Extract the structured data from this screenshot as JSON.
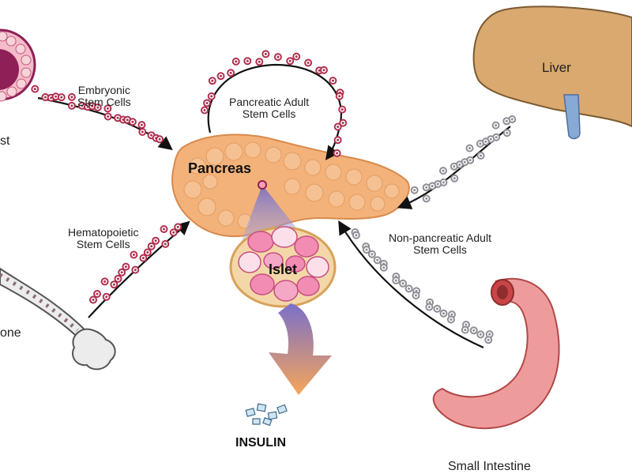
{
  "labels": {
    "embryonic": [
      "Embryonic",
      "Stem Cells"
    ],
    "blastocyst_fragment": "st",
    "pancreatic_adult": [
      "Pancreatic Adult",
      "Stem Cells"
    ],
    "liver": "Liver",
    "pancreas": "Pancreas",
    "hematopoietic": [
      "Hematopoietic",
      "Stem Cells"
    ],
    "non_pancreatic": [
      "Non-pancreatic Adult",
      "Stem Cells"
    ],
    "islet": "Islet",
    "bone_fragment": "one",
    "insulin": "INSULIN",
    "small_intestine": "Small Intestine"
  },
  "colors": {
    "pancreas": "#f3b27a",
    "liver": "#d9a970",
    "bile_duct": "#86a9d6",
    "intestine": "#ee9b9b",
    "islet_cell": "#f28cb3",
    "blastocyst": "#8e1f57",
    "insulin_arrow_top": "#7a6fc9",
    "insulin_arrow_bottom": "#f6a55a",
    "stem_cell_red": "#b0304f",
    "stem_cell_grey": "#8e8e96"
  },
  "icons": {
    "blastocyst": "blastocyst-illustration",
    "bone": "bone-illustration",
    "liver": "liver-illustration",
    "pancreas": "pancreas-illustration",
    "islet": "islet-cluster-illustration",
    "intestine": "small-intestine-illustration",
    "insulin": "insulin-crystals-illustration"
  }
}
